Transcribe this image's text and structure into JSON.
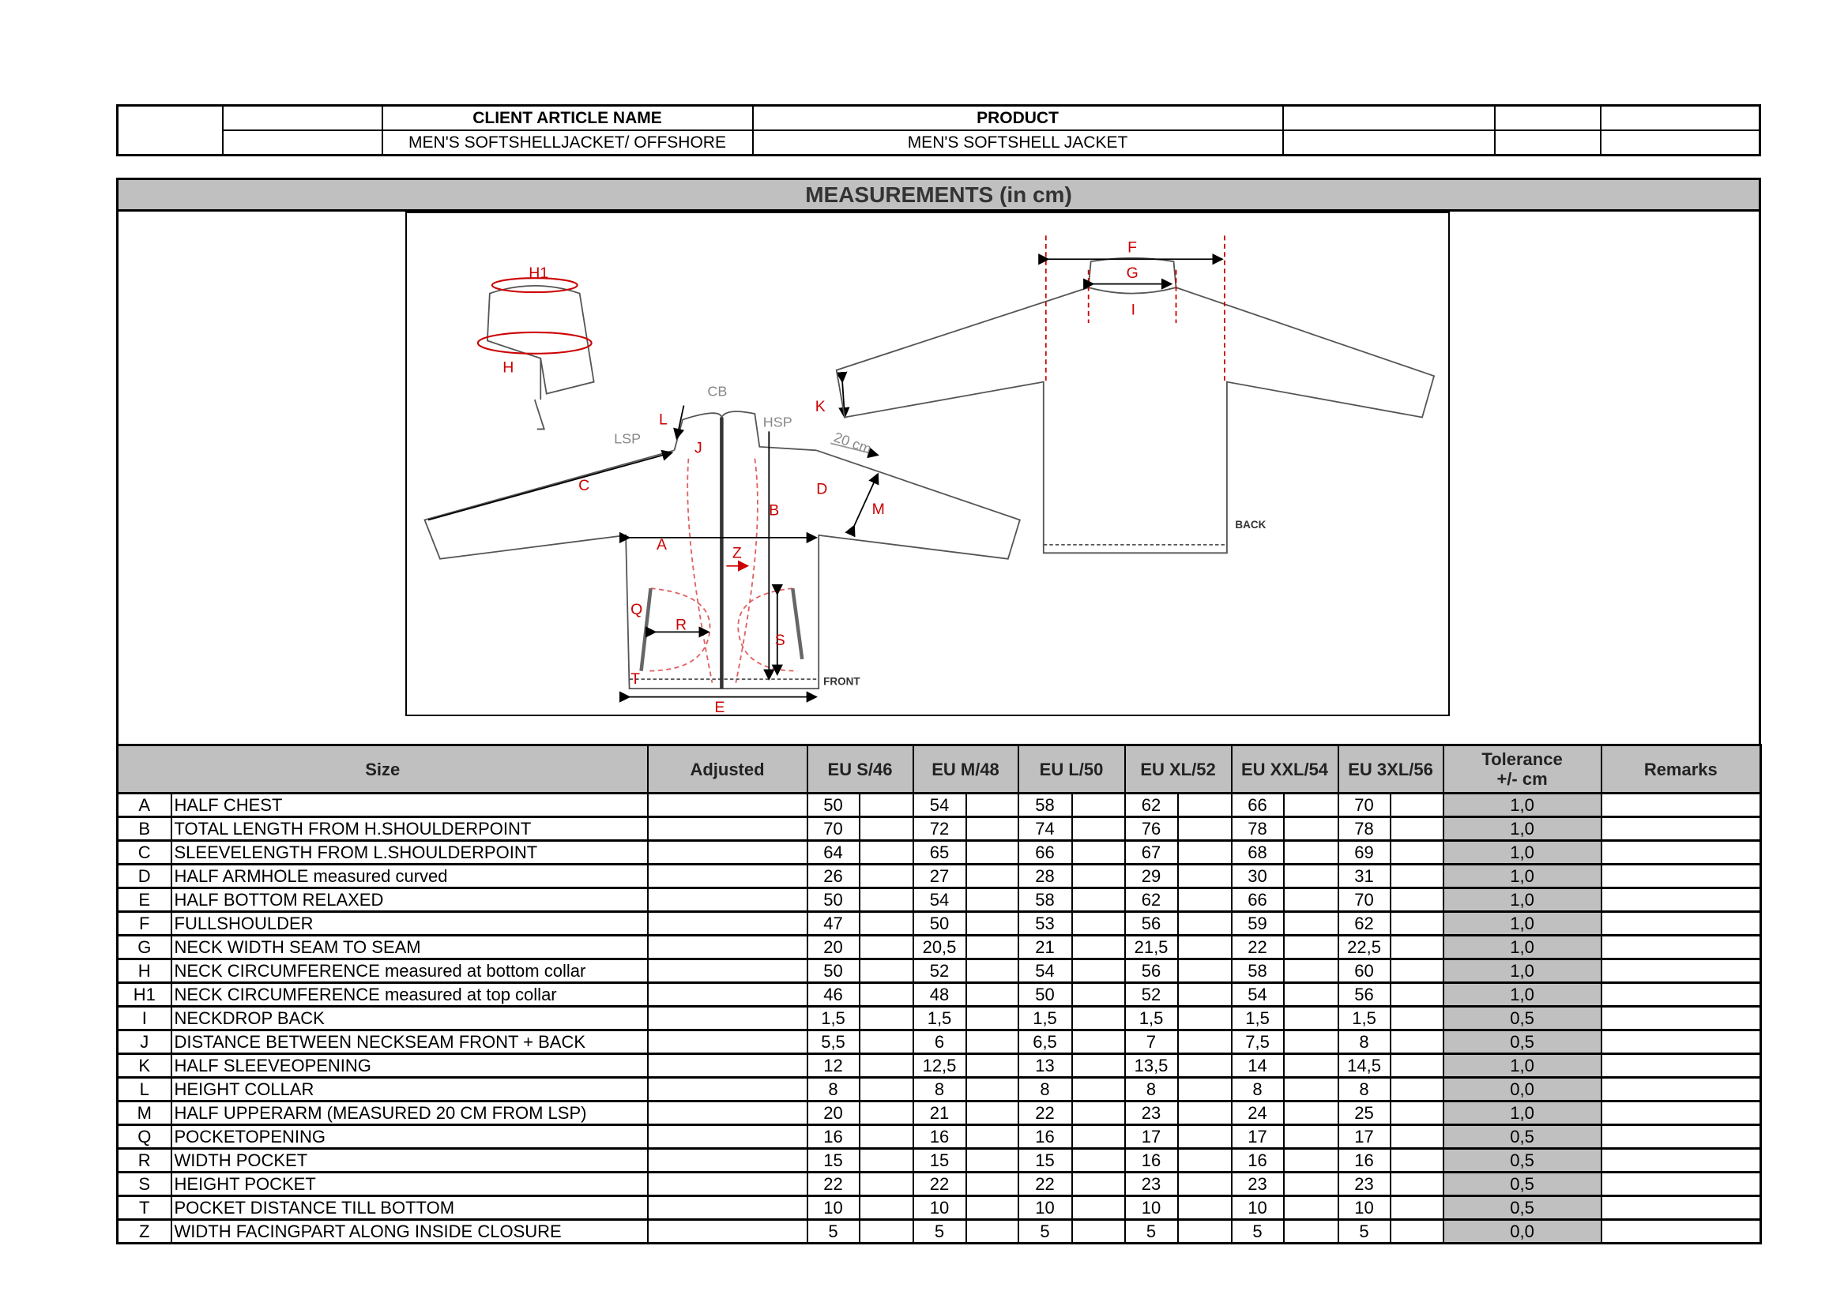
{
  "header": {
    "client_article_label": "CLIENT ARTICLE NAME",
    "client_article_value": "MEN'S SOFTSHELLJACKET/ OFFSHORE",
    "product_label": "PRODUCT",
    "product_value": "MEN'S SOFTSHELL JACKET"
  },
  "measurements_title": "MEASUREMENTS (in cm)",
  "diagram": {
    "labels": {
      "H1": "H1",
      "H": "H",
      "CB": "CB",
      "HSP": "HSP",
      "LSP": "LSP",
      "L": "L",
      "J": "J",
      "K": "K",
      "C": "C",
      "B": "B",
      "D": "D",
      "M": "M",
      "A": "A",
      "Z": "Z",
      "Q": "Q",
      "R": "R",
      "S": "S",
      "T": "T",
      "E": "E",
      "F": "F",
      "G": "G",
      "I": "I",
      "cm20": "20 cm",
      "front": "FRONT",
      "back": "BACK"
    },
    "colors": {
      "line": "#555555",
      "measure": "#cc0000",
      "dashed": "#e06060"
    }
  },
  "table": {
    "headers": {
      "size": "Size",
      "adjusted": "Adjusted",
      "tolerance": "Tolerance +/- cm",
      "remarks": "Remarks"
    },
    "sizes": [
      "EU S/46",
      "EU M/48",
      "EU L/50",
      "EU XL/52",
      "EU XXL/54",
      "EU 3XL/56"
    ],
    "rows": [
      {
        "code": "A",
        "name": "HALF CHEST",
        "values": [
          "50",
          "54",
          "58",
          "62",
          "66",
          "70"
        ],
        "tolerance": "1,0"
      },
      {
        "code": "B",
        "name": "TOTAL LENGTH  FROM H.SHOULDERPOINT",
        "values": [
          "70",
          "72",
          "74",
          "76",
          "78",
          "78"
        ],
        "tolerance": "1,0"
      },
      {
        "code": "C",
        "name": "SLEEVELENGTH FROM L.SHOULDERPOINT",
        "values": [
          "64",
          "65",
          "66",
          "67",
          "68",
          "69"
        ],
        "tolerance": "1,0"
      },
      {
        "code": "D",
        "name": "HALF ARMHOLE  measured curved",
        "values": [
          "26",
          "27",
          "28",
          "29",
          "30",
          "31"
        ],
        "tolerance": "1,0"
      },
      {
        "code": "E",
        "name": "HALF BOTTOM RELAXED",
        "values": [
          "50",
          "54",
          "58",
          "62",
          "66",
          "70"
        ],
        "tolerance": "1,0"
      },
      {
        "code": "F",
        "name": "FULLSHOULDER",
        "values": [
          "47",
          "50",
          "53",
          "56",
          "59",
          "62"
        ],
        "tolerance": "1,0"
      },
      {
        "code": "G",
        "name": "NECK WIDTH SEAM TO SEAM",
        "values": [
          "20",
          "20,5",
          "21",
          "21,5",
          "22",
          "22,5"
        ],
        "tolerance": "1,0"
      },
      {
        "code": "H",
        "name": "NECK CIRCUMFERENCE measured at bottom collar",
        "values": [
          "50",
          "52",
          "54",
          "56",
          "58",
          "60"
        ],
        "tolerance": "1,0"
      },
      {
        "code": "H1",
        "name": "NECK CIRCUMFERENCE measured at top collar",
        "values": [
          "46",
          "48",
          "50",
          "52",
          "54",
          "56"
        ],
        "tolerance": "1,0"
      },
      {
        "code": "I",
        "name": "NECKDROP BACK",
        "values": [
          "1,5",
          "1,5",
          "1,5",
          "1,5",
          "1,5",
          "1,5"
        ],
        "tolerance": "0,5"
      },
      {
        "code": "J",
        "name": "DISTANCE BETWEEN NECKSEAM FRONT + BACK",
        "values": [
          "5,5",
          "6",
          "6,5",
          "7",
          "7,5",
          "8"
        ],
        "tolerance": "0,5"
      },
      {
        "code": "K",
        "name": "HALF SLEEVEOPENING",
        "values": [
          "12",
          "12,5",
          "13",
          "13,5",
          "14",
          "14,5"
        ],
        "tolerance": "1,0"
      },
      {
        "code": "L",
        "name": "HEIGHT COLLAR",
        "values": [
          "8",
          "8",
          "8",
          "8",
          "8",
          "8"
        ],
        "tolerance": "0,0"
      },
      {
        "code": "M",
        "name": "HALF UPPERARM (MEASURED 20 CM FROM LSP)",
        "values": [
          "20",
          "21",
          "22",
          "23",
          "24",
          "25"
        ],
        "tolerance": "1,0"
      },
      {
        "code": "Q",
        "name": "POCKETOPENING",
        "values": [
          "16",
          "16",
          "16",
          "17",
          "17",
          "17"
        ],
        "tolerance": "0,5"
      },
      {
        "code": "R",
        "name": "WIDTH POCKET",
        "values": [
          "15",
          "15",
          "15",
          "16",
          "16",
          "16"
        ],
        "tolerance": "0,5"
      },
      {
        "code": "S",
        "name": "HEIGHT POCKET",
        "values": [
          "22",
          "22",
          "22",
          "23",
          "23",
          "23"
        ],
        "tolerance": "0,5"
      },
      {
        "code": "T",
        "name": "POCKET DISTANCE TILL BOTTOM",
        "values": [
          "10",
          "10",
          "10",
          "10",
          "10",
          "10"
        ],
        "tolerance": "0,5"
      },
      {
        "code": "Z",
        "name": "WIDTH FACINGPART ALONG INSIDE CLOSURE",
        "values": [
          "5",
          "5",
          "5",
          "5",
          "5",
          "5"
        ],
        "tolerance": "0,0"
      }
    ]
  }
}
